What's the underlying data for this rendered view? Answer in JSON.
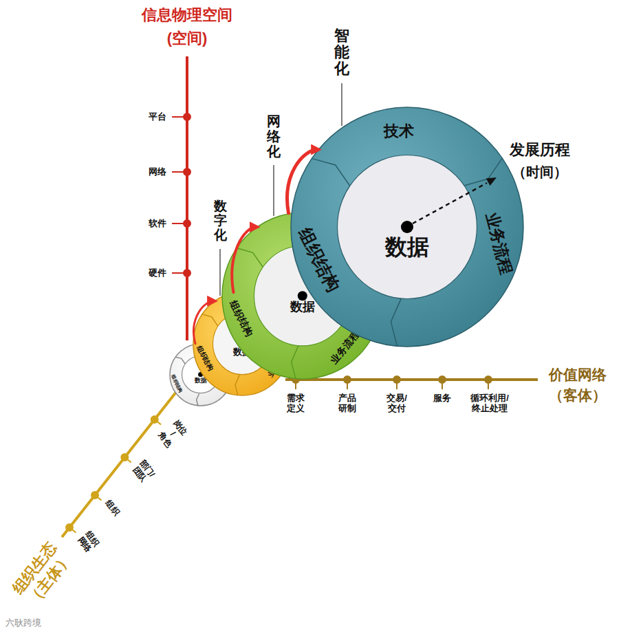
{
  "diagram": {
    "nodes": [
      {
        "text": [
          "组织结构",
          "业务流程"
        ]
      },
      {
        "text": [
          "数据"
        ],
        "in": 0
      },
      {
        "text": [
          "数字化",
          "技术",
          "组织结构",
          "业务流程"
        ]
      },
      {
        "text": [
          "数据"
        ],
        "in": 2
      },
      {
        "text": [
          "网络化",
          "组织结构",
          "业务流程"
        ]
      },
      {
        "text": [
          "数据"
        ],
        "in": 4
      },
      {
        "text": [
          "智能化",
          "技术",
          "组织结构",
          "业务流程"
        ]
      },
      {
        "text": [
          "数据"
        ],
        "in": 6
      }
    ],
    "edges": [
      {
        "from": 0,
        "to": 2,
        "arrow": "to"
      },
      {
        "from": 2,
        "to": 4,
        "arrow": "to"
      },
      {
        "from": 4,
        "to": 6,
        "arrow": "to"
      }
    ],
    "labels": [
      "信息物理空间",
      "(空间)",
      "平台",
      "网络",
      "软件",
      "硬件",
      "发展历程",
      "（时间）",
      "价值网络",
      "（客体）",
      "需求 定义",
      "产品 研制",
      "交易/ 交付",
      "服务",
      "循环利用/ 终止处理",
      "岗位 /角色",
      "部门/ 团队",
      "组织",
      "组织 网络",
      "组织生态",
      "（主体）",
      "六耿跨境"
    ]
  }
}
